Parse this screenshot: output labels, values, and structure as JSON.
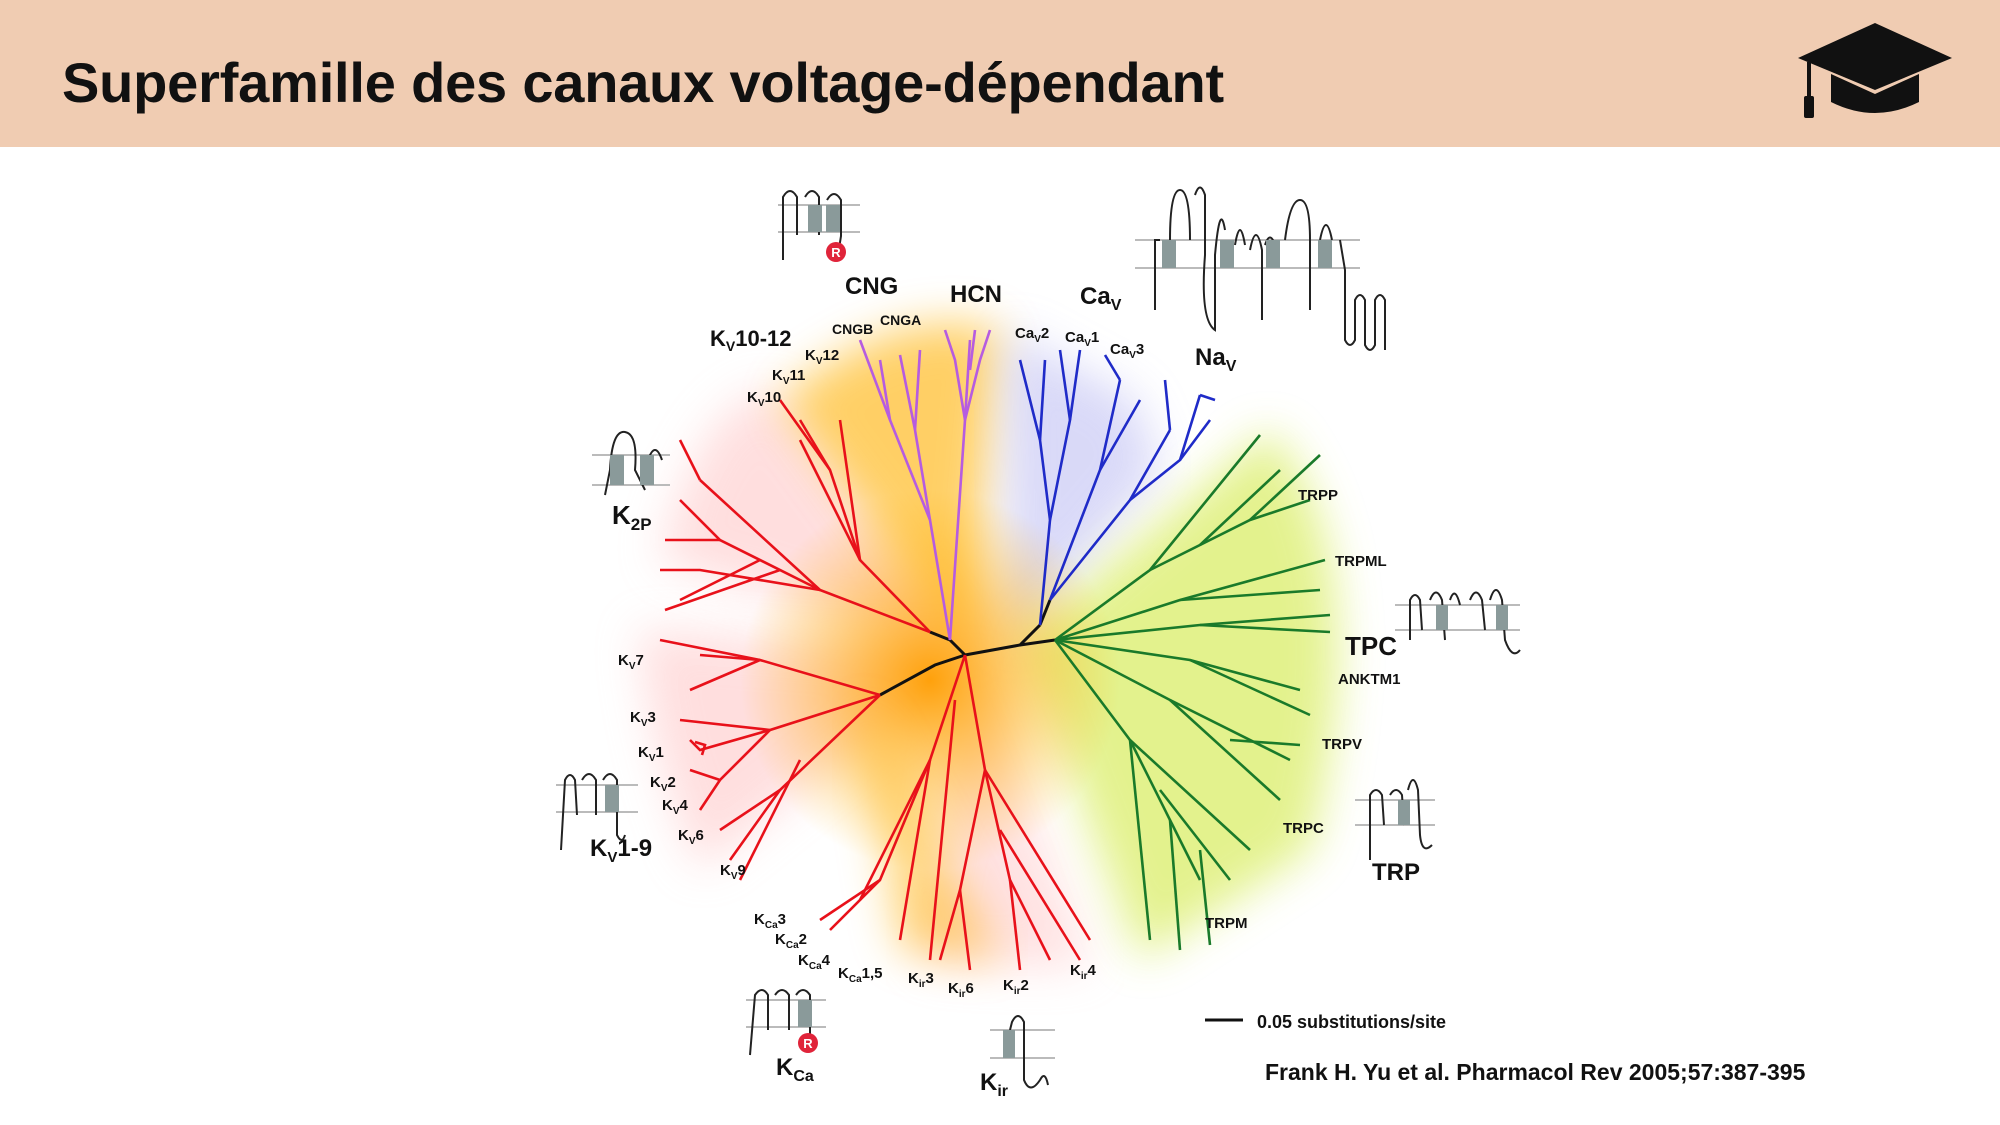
{
  "slide": {
    "title": "Superfamille des canaux voltage-dépendant",
    "header_color": "#f0ccb2",
    "header_icon": "graduation-cap-icon"
  },
  "tree": {
    "colors": {
      "kchannels": "#e8111a",
      "cng": "#b65ce0",
      "hcn": "#b65ce0",
      "nav_cav": "#1f2bc8",
      "trp": "#1a7a2a",
      "core": "#111111"
    },
    "families": {
      "cng": "CNG",
      "hcn": "HCN",
      "cav_sub": "V",
      "cav_main": "Ca",
      "nav_main": "Na",
      "nav_sub": "V",
      "kv10_12_main": "K",
      "kv10_12_sub": "V",
      "kv10_12_tail": "10-12",
      "k2p_main": "K",
      "k2p_sub": "2P",
      "kv1_9_main": "K",
      "kv1_9_sub": "V",
      "kv1_9_tail": "1-9",
      "kca_main": "K",
      "kca_sub": "Ca",
      "kir_main": "K",
      "kir_sub": "ir",
      "tpc": "TPC",
      "trp": "TRP"
    },
    "subfamilies": {
      "cngb": "CNGB",
      "cnga": "CNGA",
      "cav2": "Ca",
      "cav2_sub": "V",
      "cav2_tail": "2",
      "cav1": "Ca",
      "cav1_sub": "V",
      "cav1_tail": "1",
      "cav3": "Ca",
      "cav3_sub": "V",
      "cav3_tail": "3",
      "kv12": "K",
      "kv12_sub": "V",
      "kv12_tail": "12",
      "kv11": "K",
      "kv11_sub": "V",
      "kv11_tail": "11",
      "kv10": "K",
      "kv10_sub": "V",
      "kv10_tail": "10",
      "kv7": "K",
      "kv7_sub": "V",
      "kv7_tail": "7",
      "kv3": "K",
      "kv3_sub": "V",
      "kv3_tail": "3",
      "kv1": "K",
      "kv1_sub": "V",
      "kv1_tail": "1",
      "kv2": "K",
      "kv2_sub": "V",
      "kv2_tail": "2",
      "kv4": "K",
      "kv4_sub": "V",
      "kv4_tail": "4",
      "kv6": "K",
      "kv6_sub": "V",
      "kv6_tail": "6",
      "kv9": "K",
      "kv9_sub": "V",
      "kv9_tail": "9",
      "kca3": "K",
      "kca3_sub": "Ca",
      "kca3_tail": "3",
      "kca2": "K",
      "kca2_sub": "Ca",
      "kca2_tail": "2",
      "kca4": "K",
      "kca4_sub": "Ca",
      "kca4_tail": "4",
      "kca15": "K",
      "kca15_sub": "Ca",
      "kca15_tail": "1,5",
      "kir3": "K",
      "kir3_sub": "ir",
      "kir3_tail": "3",
      "kir6": "K",
      "kir6_sub": "ir",
      "kir6_tail": "6",
      "kir2": "K",
      "kir2_sub": "ir",
      "kir2_tail": "2",
      "kir4": "K",
      "kir4_sub": "ir",
      "kir4_tail": "4",
      "trpp": "TRPP",
      "trpml": "TRPML",
      "anktm1": "ANKTM1",
      "trpv": "TRPV",
      "trpc": "TRPC",
      "trpm": "TRPM"
    },
    "r_marker": "R",
    "scale_label": "0.05 substitutions/site"
  },
  "citation": "Frank H. Yu et al. Pharmacol Rev 2005;57:387-395"
}
